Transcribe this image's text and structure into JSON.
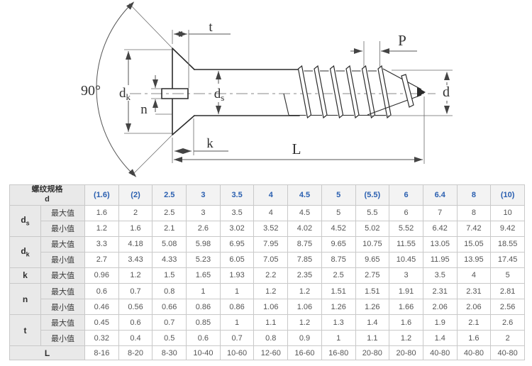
{
  "drawing": {
    "labels": {
      "angle": "90°",
      "slot_depth": "t",
      "pitch": "P",
      "head_dia": {
        "base": "d",
        "sub": "k"
      },
      "slot_width": "n",
      "shank_dia": {
        "base": "d",
        "sub": "s"
      },
      "thread_dia": "d",
      "head_height": "k",
      "length": "L"
    }
  },
  "table": {
    "header_col1_line1": "螺纹规格",
    "header_col1_line2": "d",
    "columns": [
      "(1.6)",
      "(2)",
      "2.5",
      "3",
      "3.5",
      "4",
      "4.5",
      "5",
      "(5.5)",
      "6",
      "6.4",
      "8",
      "(10)"
    ],
    "row_groups": [
      {
        "base": "d",
        "sub": "s",
        "rows": [
          {
            "label": "最大值",
            "values": [
              "1.6",
              "2",
              "2.5",
              "3",
              "3.5",
              "4",
              "4.5",
              "5",
              "5.5",
              "6",
              "7",
              "8",
              "10"
            ]
          },
          {
            "label": "最小值",
            "values": [
              "1.2",
              "1.6",
              "2.1",
              "2.6",
              "3.02",
              "3.52",
              "4.02",
              "4.52",
              "5.02",
              "5.52",
              "6.42",
              "7.42",
              "9.42"
            ]
          }
        ]
      },
      {
        "base": "d",
        "sub": "k",
        "rows": [
          {
            "label": "最大值",
            "values": [
              "3.3",
              "4.18",
              "5.08",
              "5.98",
              "6.95",
              "7.95",
              "8.75",
              "9.65",
              "10.75",
              "11.55",
              "13.05",
              "15.05",
              "18.55"
            ]
          },
          {
            "label": "最小值",
            "values": [
              "2.7",
              "3.43",
              "4.33",
              "5.23",
              "6.05",
              "7.05",
              "7.85",
              "8.75",
              "9.65",
              "10.45",
              "11.95",
              "13.95",
              "17.45"
            ]
          }
        ]
      },
      {
        "base": "k",
        "sub": "",
        "rows": [
          {
            "label": "最大值",
            "values": [
              "0.96",
              "1.2",
              "1.5",
              "1.65",
              "1.93",
              "2.2",
              "2.35",
              "2.5",
              "2.75",
              "3",
              "3.5",
              "4",
              "5"
            ]
          }
        ]
      },
      {
        "base": "n",
        "sub": "",
        "rows": [
          {
            "label": "最大值",
            "values": [
              "0.6",
              "0.7",
              "0.8",
              "1",
              "1",
              "1.2",
              "1.2",
              "1.51",
              "1.51",
              "1.91",
              "2.31",
              "2.31",
              "2.81"
            ]
          },
          {
            "label": "最小值",
            "values": [
              "0.46",
              "0.56",
              "0.66",
              "0.86",
              "0.86",
              "1.06",
              "1.06",
              "1.26",
              "1.26",
              "1.66",
              "2.06",
              "2.06",
              "2.56"
            ]
          }
        ]
      },
      {
        "base": "t",
        "sub": "",
        "rows": [
          {
            "label": "最大值",
            "values": [
              "0.45",
              "0.6",
              "0.7",
              "0.85",
              "1",
              "1.1",
              "1.2",
              "1.3",
              "1.4",
              "1.6",
              "1.9",
              "2.1",
              "2.6"
            ]
          },
          {
            "label": "最小值",
            "values": [
              "0.32",
              "0.4",
              "0.5",
              "0.6",
              "0.7",
              "0.8",
              "0.9",
              "1",
              "1.1",
              "1.2",
              "1.4",
              "1.6",
              "2"
            ]
          }
        ]
      }
    ],
    "length_row": {
      "label": "L",
      "values": [
        "8-16",
        "8-20",
        "8-30",
        "10-40",
        "10-60",
        "12-60",
        "16-60",
        "16-80",
        "20-80",
        "20-80",
        "40-80",
        "40-80",
        "40-80"
      ]
    }
  },
  "colors": {
    "header_blue": "#2a5fb0",
    "grid_border": "#c9c9c9",
    "label_bg": "#e9e9e9"
  }
}
